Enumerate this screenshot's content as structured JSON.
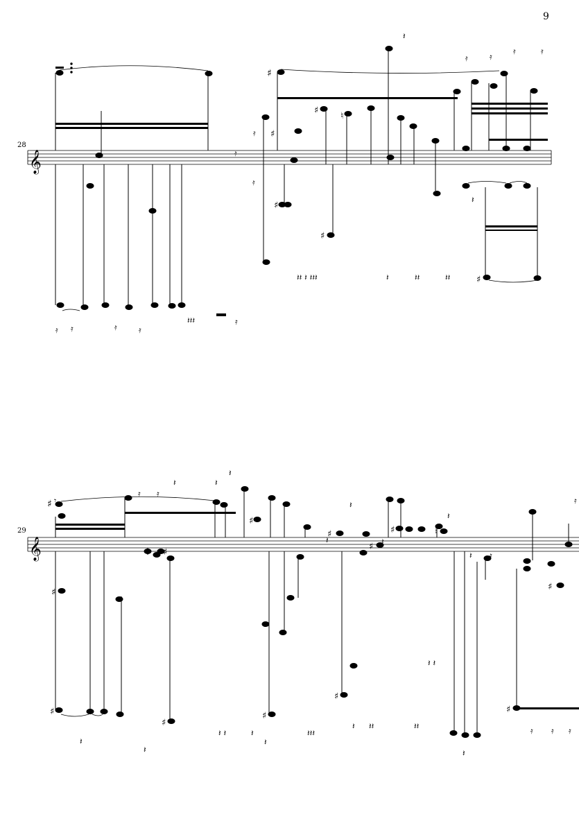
{
  "page": {
    "page_number": "9"
  },
  "systems": [
    {
      "measure_number": "28",
      "clef": "treble-clef"
    },
    {
      "measure_number": "29",
      "clef": "treble-clef"
    }
  ],
  "colors": {
    "ink": "#000000",
    "paper": "#ffffff"
  }
}
